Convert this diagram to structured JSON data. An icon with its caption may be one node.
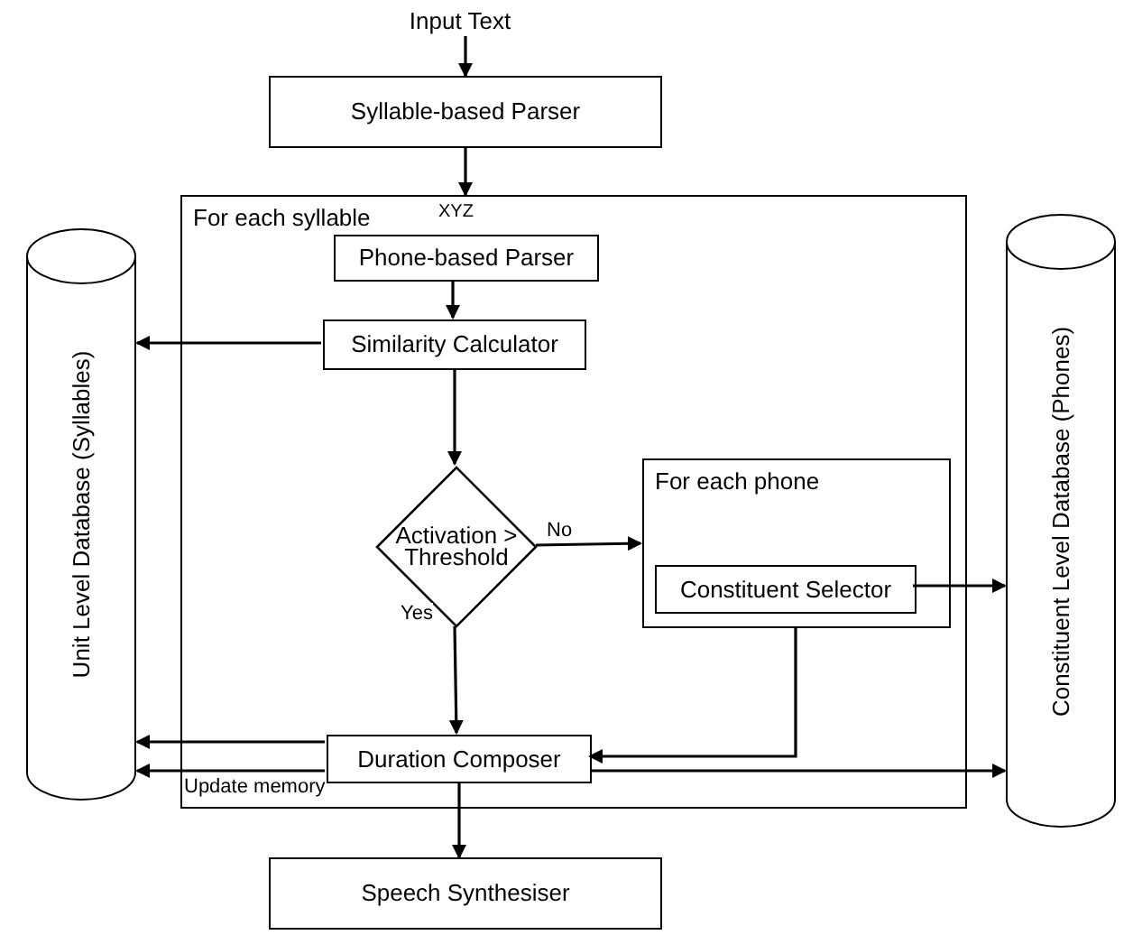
{
  "diagram": {
    "nodes": [
      {
        "text": [
          "Input Text"
        ]
      },
      {
        "text": [
          "Syllable-based Parser"
        ]
      },
      {
        "text": [
          "For each syllable"
        ]
      },
      {
        "text": [
          "Phone-based Parser"
        ],
        "in": 2
      },
      {
        "text": [
          "Similarity Calculator"
        ],
        "in": 2
      },
      {
        "text": [
          "Activation > Threshold"
        ],
        "in": 2
      },
      {
        "text": [
          "For each phone"
        ],
        "in": 2
      },
      {
        "text": [
          "Constituent Selector"
        ],
        "in": 6
      },
      {
        "text": [
          "Duration Composer"
        ],
        "in": 2
      },
      {
        "text": [
          "Speech Synthesiser"
        ]
      },
      {
        "text": [
          "Unit Level Database (Syllables)"
        ]
      },
      {
        "text": [
          "Constituent Level Database (Phones)"
        ]
      }
    ],
    "edges": [
      {
        "from": 0,
        "to": 1,
        "arrow": "to"
      },
      {
        "from": 1,
        "to": 2,
        "arrow": "to"
      },
      {
        "from": 3,
        "to": 4,
        "arrow": "to"
      },
      {
        "from": 4,
        "to": 10,
        "arrow": "to"
      },
      {
        "from": 4,
        "to": 5,
        "arrow": "to"
      },
      {
        "from": 5,
        "to": 6,
        "arrow": "to",
        "label": "No"
      },
      {
        "from": 5,
        "to": 8,
        "arrow": "to",
        "label": "Yes"
      },
      {
        "from": 7,
        "to": 11,
        "arrow": "to"
      },
      {
        "from": 6,
        "to": 8,
        "arrow": "to"
      },
      {
        "from": 8,
        "to": 10,
        "arrow": "to"
      },
      {
        "from": 8,
        "to": 10,
        "arrow": "to",
        "label": "Update memory"
      },
      {
        "from": 8,
        "to": 11,
        "arrow": "to"
      },
      {
        "from": 8,
        "to": 9,
        "arrow": "to"
      }
    ],
    "labels": [
      "XYZ"
    ]
  }
}
